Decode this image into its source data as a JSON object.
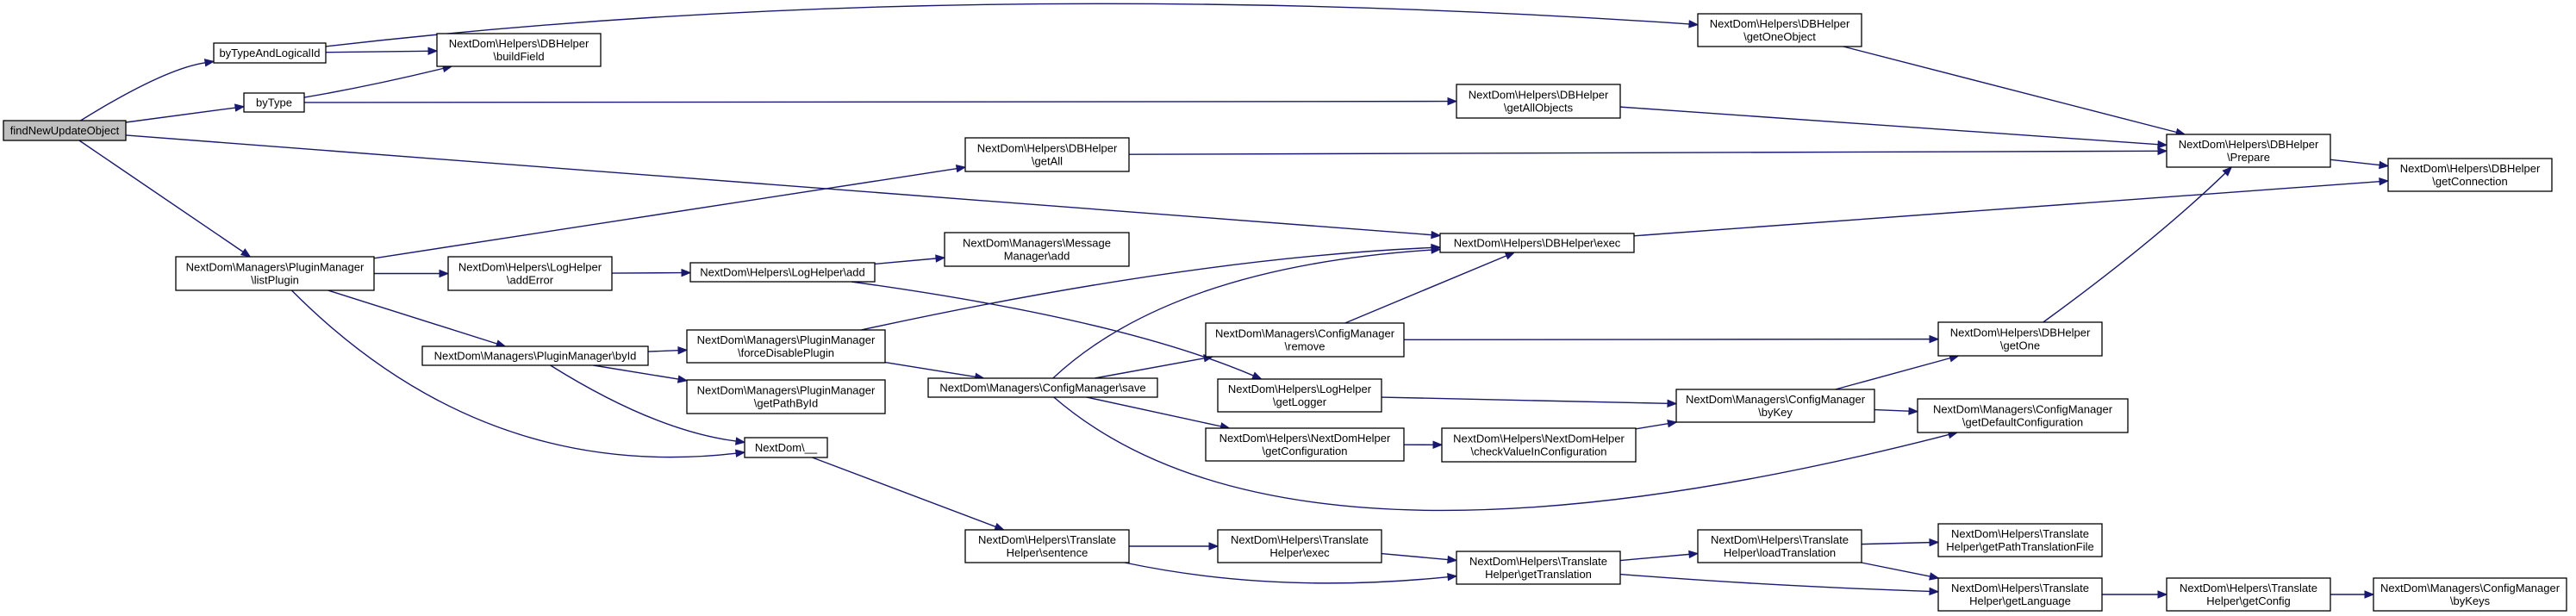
{
  "graph": {
    "nodes": [
      {
        "id": "findNewUpdateObject",
        "lines": [
          "findNewUpdateObject"
        ],
        "root": true
      },
      {
        "id": "byTypeAndLogicalId",
        "lines": [
          "byTypeAndLogicalId"
        ]
      },
      {
        "id": "byType",
        "lines": [
          "byType"
        ]
      },
      {
        "id": "buildField",
        "lines": [
          "NextDom\\Helpers\\DBHelper",
          "\\buildField"
        ]
      },
      {
        "id": "getOneObject",
        "lines": [
          "NextDom\\Helpers\\DBHelper",
          "\\getOneObject"
        ]
      },
      {
        "id": "getAllObjects",
        "lines": [
          "NextDom\\Helpers\\DBHelper",
          "\\getAllObjects"
        ]
      },
      {
        "id": "prepare",
        "lines": [
          "NextDom\\Helpers\\DBHelper",
          "\\Prepare"
        ]
      },
      {
        "id": "getConnection",
        "lines": [
          "NextDom\\Helpers\\DBHelper",
          "\\getConnection"
        ]
      },
      {
        "id": "getAll",
        "lines": [
          "NextDom\\Helpers\\DBHelper",
          "\\getAll"
        ]
      },
      {
        "id": "exec",
        "lines": [
          "NextDom\\Helpers\\DBHelper\\exec"
        ]
      },
      {
        "id": "listPlugin",
        "lines": [
          "NextDom\\Managers\\PluginManager",
          "\\listPlugin"
        ]
      },
      {
        "id": "addError",
        "lines": [
          "NextDom\\Helpers\\LogHelper",
          "\\addError"
        ]
      },
      {
        "id": "logAdd",
        "lines": [
          "NextDom\\Helpers\\LogHelper\\add"
        ]
      },
      {
        "id": "messageAdd",
        "lines": [
          "NextDom\\Managers\\Message",
          "Manager\\add"
        ]
      },
      {
        "id": "pmById",
        "lines": [
          "NextDom\\Managers\\PluginManager\\byId"
        ]
      },
      {
        "id": "forceDisablePlugin",
        "lines": [
          "NextDom\\Managers\\PluginManager",
          "\\forceDisablePlugin"
        ]
      },
      {
        "id": "getPathById",
        "lines": [
          "NextDom\\Managers\\PluginManager",
          "\\getPathById"
        ]
      },
      {
        "id": "nextdomUnderscore",
        "lines": [
          "NextDom\\__"
        ]
      },
      {
        "id": "cmSave",
        "lines": [
          "NextDom\\Managers\\ConfigManager\\save"
        ]
      },
      {
        "id": "cmRemove",
        "lines": [
          "NextDom\\Managers\\ConfigManager",
          "\\remove"
        ]
      },
      {
        "id": "getLogger",
        "lines": [
          "NextDom\\Helpers\\LogHelper",
          "\\getLogger"
        ]
      },
      {
        "id": "ndGetConfiguration",
        "lines": [
          "NextDom\\Helpers\\NextDomHelper",
          "\\getConfiguration"
        ]
      },
      {
        "id": "checkValueInConfiguration",
        "lines": [
          "NextDom\\Helpers\\NextDomHelper",
          "\\checkValueInConfiguration"
        ]
      },
      {
        "id": "dbGetOne",
        "lines": [
          "NextDom\\Helpers\\DBHelper",
          "\\getOne"
        ]
      },
      {
        "id": "cmByKey",
        "lines": [
          "NextDom\\Managers\\ConfigManager",
          "\\byKey"
        ]
      },
      {
        "id": "getDefaultConfiguration",
        "lines": [
          "NextDom\\Managers\\ConfigManager",
          "\\getDefaultConfiguration"
        ]
      },
      {
        "id": "thSentence",
        "lines": [
          "NextDom\\Helpers\\Translate",
          "Helper\\sentence"
        ]
      },
      {
        "id": "thExec",
        "lines": [
          "NextDom\\Helpers\\Translate",
          "Helper\\exec"
        ]
      },
      {
        "id": "thGetTranslation",
        "lines": [
          "NextDom\\Helpers\\Translate",
          "Helper\\getTranslation"
        ]
      },
      {
        "id": "thLoadTranslation",
        "lines": [
          "NextDom\\Helpers\\Translate",
          "Helper\\loadTranslation"
        ]
      },
      {
        "id": "thGetPathTranslationFile",
        "lines": [
          "NextDom\\Helpers\\Translate",
          "Helper\\getPathTranslationFile"
        ]
      },
      {
        "id": "thGetLanguage",
        "lines": [
          "NextDom\\Helpers\\Translate",
          "Helper\\getLanguage"
        ]
      },
      {
        "id": "thGetConfig",
        "lines": [
          "NextDom\\Helpers\\Translate",
          "Helper\\getConfig"
        ]
      },
      {
        "id": "cmByKeys",
        "lines": [
          "NextDom\\Managers\\ConfigManager",
          "\\byKeys"
        ]
      }
    ],
    "edges": [
      {
        "from": "findNewUpdateObject",
        "to": "byTypeAndLogicalId"
      },
      {
        "from": "findNewUpdateObject",
        "to": "byType"
      },
      {
        "from": "findNewUpdateObject",
        "to": "exec"
      },
      {
        "from": "findNewUpdateObject",
        "to": "listPlugin"
      },
      {
        "from": "byTypeAndLogicalId",
        "to": "buildField"
      },
      {
        "from": "byTypeAndLogicalId",
        "to": "getOneObject"
      },
      {
        "from": "byType",
        "to": "buildField"
      },
      {
        "from": "byType",
        "to": "getAllObjects"
      },
      {
        "from": "getOneObject",
        "to": "prepare"
      },
      {
        "from": "getAllObjects",
        "to": "prepare"
      },
      {
        "from": "getAll",
        "to": "prepare"
      },
      {
        "from": "prepare",
        "to": "getConnection"
      },
      {
        "from": "exec",
        "to": "getConnection"
      },
      {
        "from": "dbGetOne",
        "to": "prepare"
      },
      {
        "from": "listPlugin",
        "to": "getAll"
      },
      {
        "from": "listPlugin",
        "to": "addError"
      },
      {
        "from": "listPlugin",
        "to": "pmById"
      },
      {
        "from": "listPlugin",
        "to": "nextdomUnderscore"
      },
      {
        "from": "addError",
        "to": "logAdd"
      },
      {
        "from": "logAdd",
        "to": "messageAdd"
      },
      {
        "from": "logAdd",
        "to": "getLogger"
      },
      {
        "from": "pmById",
        "to": "forceDisablePlugin"
      },
      {
        "from": "pmById",
        "to": "getPathById"
      },
      {
        "from": "pmById",
        "to": "nextdomUnderscore"
      },
      {
        "from": "forceDisablePlugin",
        "to": "exec"
      },
      {
        "from": "forceDisablePlugin",
        "to": "cmSave"
      },
      {
        "from": "cmSave",
        "to": "exec"
      },
      {
        "from": "cmSave",
        "to": "cmRemove"
      },
      {
        "from": "cmSave",
        "to": "ndGetConfiguration"
      },
      {
        "from": "cmSave",
        "to": "getDefaultConfiguration"
      },
      {
        "from": "cmRemove",
        "to": "exec"
      },
      {
        "from": "cmRemove",
        "to": "dbGetOne"
      },
      {
        "from": "getLogger",
        "to": "cmByKey"
      },
      {
        "from": "ndGetConfiguration",
        "to": "checkValueInConfiguration"
      },
      {
        "from": "checkValueInConfiguration",
        "to": "cmByKey"
      },
      {
        "from": "cmByKey",
        "to": "dbGetOne"
      },
      {
        "from": "cmByKey",
        "to": "getDefaultConfiguration"
      },
      {
        "from": "nextdomUnderscore",
        "to": "thSentence"
      },
      {
        "from": "thSentence",
        "to": "thExec"
      },
      {
        "from": "thSentence",
        "to": "thGetTranslation"
      },
      {
        "from": "thExec",
        "to": "thGetTranslation"
      },
      {
        "from": "thGetTranslation",
        "to": "thLoadTranslation"
      },
      {
        "from": "thGetTranslation",
        "to": "thGetLanguage"
      },
      {
        "from": "thLoadTranslation",
        "to": "thGetPathTranslationFile"
      },
      {
        "from": "thLoadTranslation",
        "to": "thGetLanguage"
      },
      {
        "from": "thGetLanguage",
        "to": "thGetConfig"
      },
      {
        "from": "thGetConfig",
        "to": "cmByKeys"
      }
    ]
  },
  "colors": {
    "edge": "#191970",
    "node_fill": "#ffffff",
    "root_fill": "#bfbfbf",
    "node_border": "#000000"
  }
}
